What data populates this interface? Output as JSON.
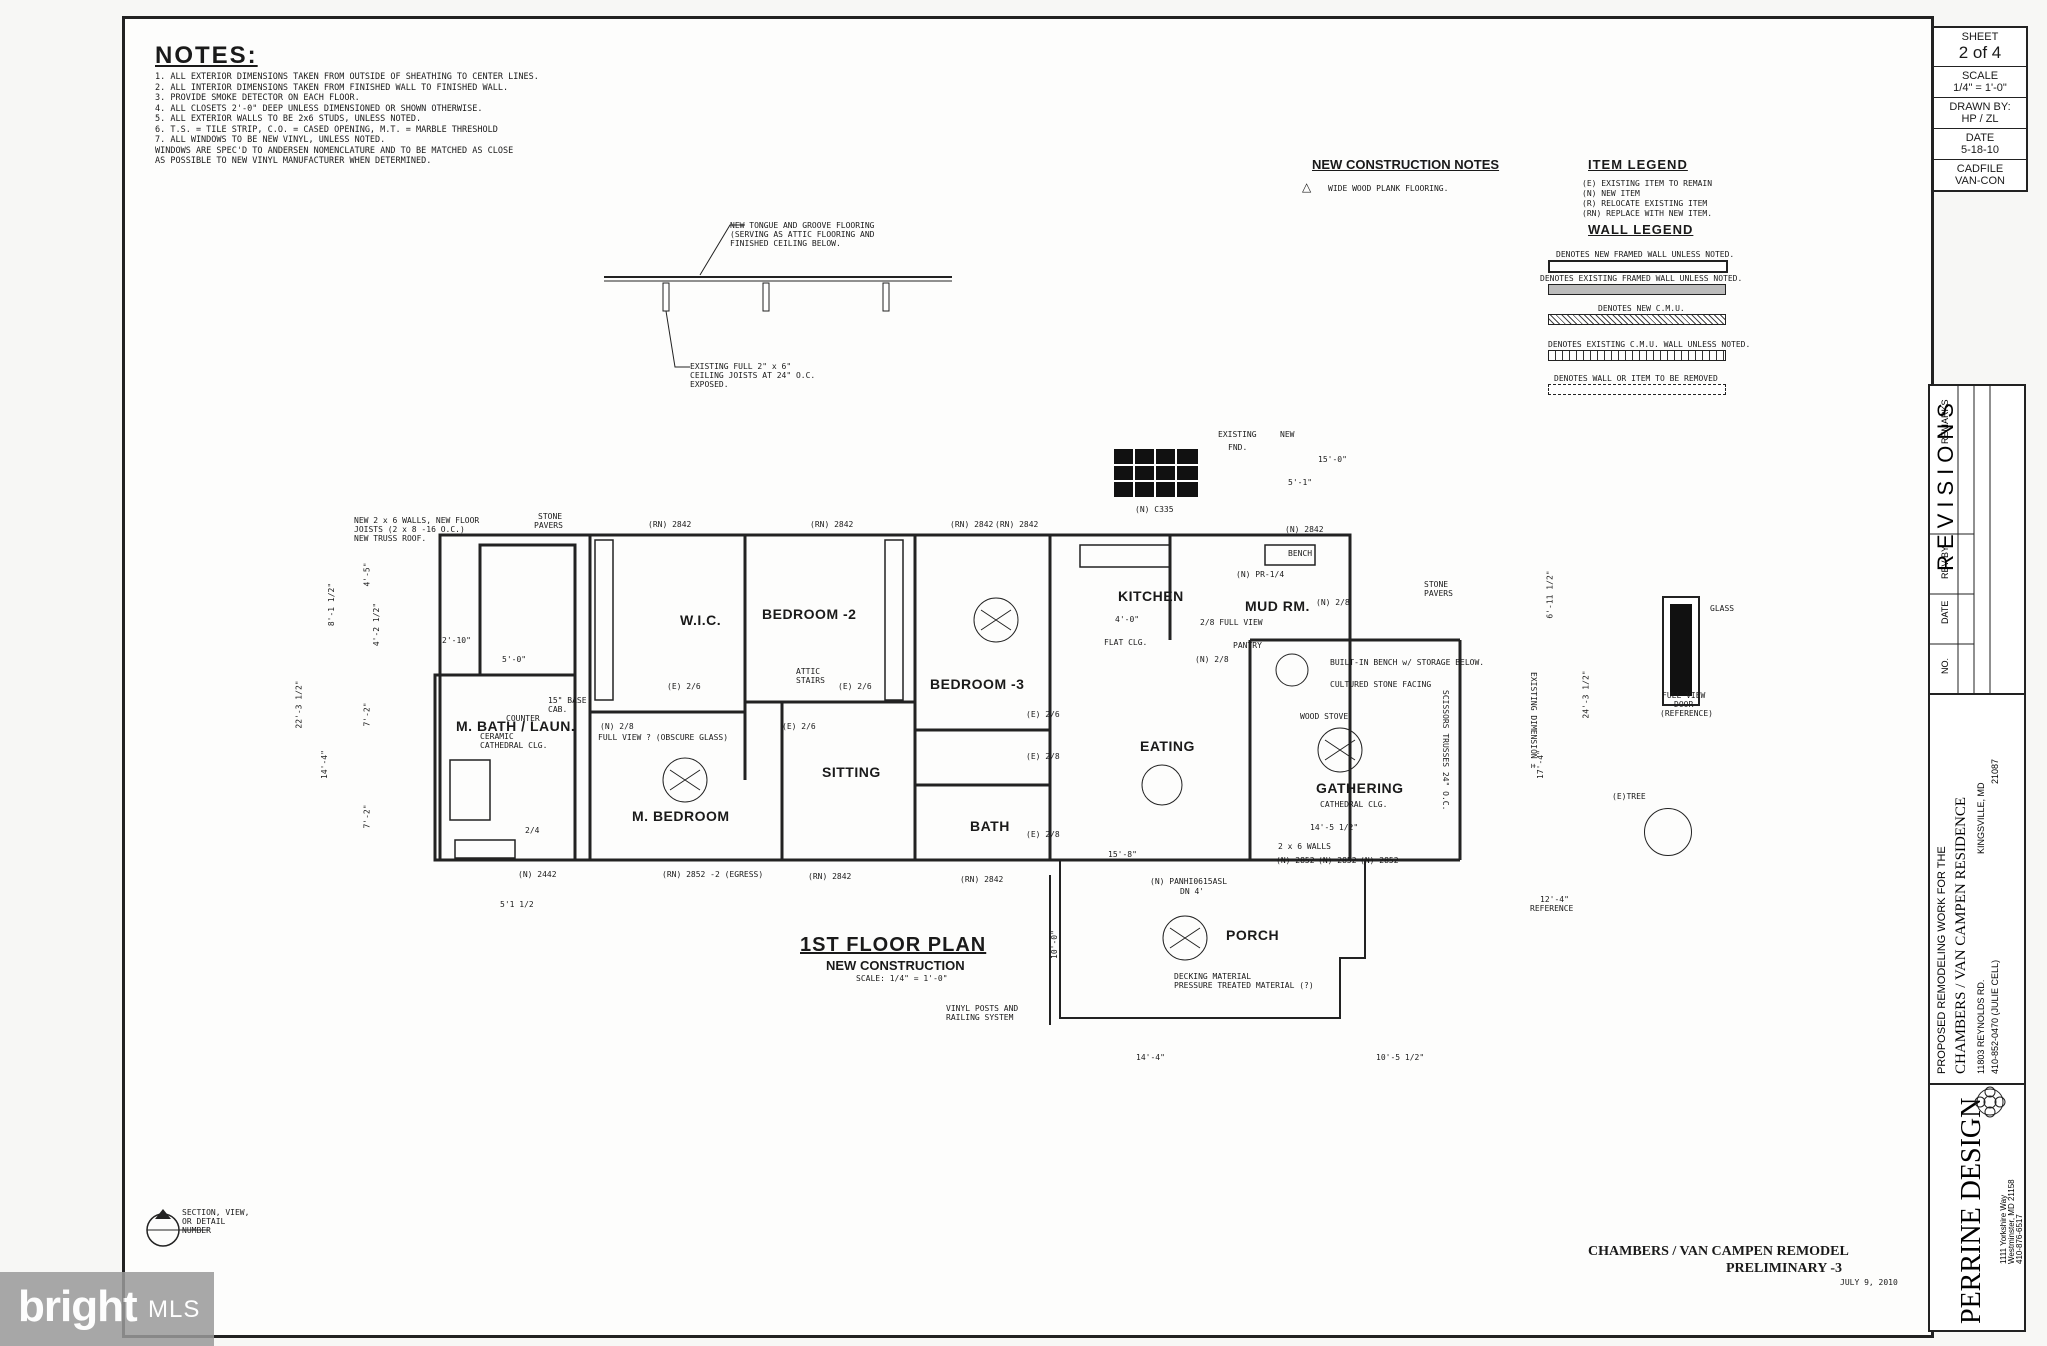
{
  "notes": {
    "title": "NOTES:",
    "items": [
      "1.  ALL EXTERIOR DIMENSIONS TAKEN FROM OUTSIDE OF SHEATHING TO CENTER LINES.",
      "2.  ALL INTERIOR DIMENSIONS TAKEN FROM FINISHED WALL TO FINISHED WALL.",
      "3.  PROVIDE SMOKE DETECTOR ON EACH FLOOR.",
      "4.  ALL CLOSETS 2'-0\" DEEP UNLESS DIMENSIONED OR SHOWN OTHERWISE.",
      "5.  ALL EXTERIOR WALLS TO BE 2x6 STUDS, UNLESS NOTED.",
      "6.  T.S. = TILE STRIP, C.O. = CASED OPENING, M.T. = MARBLE THRESHOLD",
      "7.  ALL WINDOWS TO BE NEW VINYL, UNLESS NOTED.",
      "    WINDOWS ARE SPEC'D TO ANDERSEN NOMENCLATURE AND TO BE MATCHED AS CLOSE",
      "    AS POSSIBLE TO NEW VINYL MANUFACTURER WHEN DETERMINED."
    ]
  },
  "construction_notes": {
    "title": "NEW CONSTRUCTION NOTES",
    "item": "WIDE WOOD PLANK FLOORING."
  },
  "item_legend": {
    "title": "ITEM LEGEND",
    "items": [
      "(E)    EXISTING ITEM TO REMAIN",
      "(N)    NEW ITEM",
      "(R)    RELOCATE EXISTING ITEM",
      "(RN)  REPLACE WITH NEW ITEM."
    ]
  },
  "wall_legend": {
    "title": "WALL LEGEND",
    "items": [
      "DENOTES NEW FRAMED WALL UNLESS NOTED.",
      "DENOTES EXISTING FRAMED WALL UNLESS NOTED.",
      "DENOTES NEW C.M.U.",
      "DENOTES EXISTING C.M.U. WALL UNLESS NOTED.",
      "DENOTES WALL OR ITEM TO BE REMOVED"
    ]
  },
  "title_block": {
    "sheet_label": "SHEET",
    "sheet_value": "2 of 4",
    "scale_label": "SCALE",
    "scale_value": "1/4\" = 1'-0\"",
    "drawn_label": "DRAWN BY:",
    "drawn_value": "HP / ZL",
    "date_label": "DATE",
    "date_value": "5-18-10",
    "cad_label": "CADFILE",
    "cad_value": "VAN-CON",
    "revisions": "REVISIONS",
    "rev_cols": [
      "NO.",
      "DATE",
      "REV BY",
      "REMARKS"
    ],
    "project_line1": "PROPOSED REMODELING WORK FOR THE",
    "project_line2": "CHAMBERS / VAN CAMPEN RESIDENCE",
    "address1": "11803 REYNOLDS RD.",
    "address2": "410-852-0470 (JULIE CELL)",
    "city": "KINGSVILLE, MD",
    "zip": "21087",
    "firm_name": "PERRINE DESIGN",
    "firm_address": "1111 Yorkshire Way",
    "firm_city": "Westminster, MD 21158",
    "firm_phone": "410-876-6517"
  },
  "rooms": {
    "wic": "W.I.C.",
    "bedroom2": "BEDROOM -2",
    "bedroom3": "BEDROOM -3",
    "kitchen": "KITCHEN",
    "mud": "MUD RM.",
    "mbath": "M. BATH / LAUN.",
    "mbedroom": "M. BEDROOM",
    "sitting": "SITTING",
    "bath": "BATH",
    "eating": "EATING",
    "gathering": "GATHERING",
    "porch": "PORCH"
  },
  "labels": {
    "new_2x6": "NEW 2 x 6 WALLS, NEW FLOOR",
    "joists": "JOISTS (2 x 8 -16 O.C.)",
    "truss": "NEW TRUSS ROOF.",
    "stone_pavers": "STONE",
    "stone_pavers2": "PAVERS",
    "tongue1": "NEW TONGUE AND GROOVE FLOORING",
    "tongue2": "(SERVING AS ATTIC FLOORING AND",
    "tongue3": "FINISHED CEILING BELOW.",
    "joist1": "EXISTING FULL 2\" x 6\"",
    "joist2": "CEILING JOISTS AT 24\" O.C.",
    "joist3": "EXPOSED.",
    "existing": "EXISTING",
    "new": "NEW",
    "fnd": "FND.",
    "glass": "GLASS",
    "door1": "FULL VIEW",
    "door2": "DOOR",
    "door3": "(REFERENCE)",
    "tree": "(E)TREE",
    "ceramic": "CERAMIC",
    "cathedral": "CATHEDRAL CLG.",
    "base_cab": "15\" BASE",
    "cab": "CAB.",
    "counter": "COUNTER",
    "attic": "ATTIC",
    "stairs": "STAIRS",
    "bench": "BENCH",
    "pantry": "PANTRY",
    "wood_stove": "WOOD STOVE",
    "cultured": "CULTURED STONE FACING",
    "builtin": "BUILT-IN BENCH w/ STORAGE BELOW.",
    "walls26": "2 x 6 WALLS",
    "decking1": "DECKING MATERIAL",
    "decking2": "PRESSURE TREATED MATERIAL (?)",
    "vinyl1": "VINYL POSTS AND",
    "vinyl2": "RAILING SYSTEM",
    "section1": "SECTION, VIEW,",
    "section2": "OR DETAIL",
    "section3": "NUMBER",
    "flat": "FLAT CLG.",
    "full_view": "FULL VIEW ? (OBSCURE GLASS)",
    "reference": "REFERENCE",
    "existing_dim": "EXISTING DIMENSION ±",
    "scissor": "SCISSORS TRUSSES 24\" O.C."
  },
  "windows": [
    "(RN) 2842",
    "(RN) 2842",
    "(RN) 2842",
    "(RN) 2842",
    "(N) C335",
    "(N) 2842",
    "(N) 2442",
    "(RN) 2852 -2 (EGRESS)",
    "(RN) 2842",
    "(RN) 2842",
    "(N) 2852",
    "(N) 2852",
    "(N) 2852",
    "(N) PANHI0615ASL",
    "DN 4'"
  ],
  "dims": [
    "4'-5\"",
    "8'-1 1/2\"",
    "4'-2 1/2\"",
    "7'-2\"",
    "14'-4\"",
    "7'-2\"",
    "22'-3 1/2\"",
    "24'-3 1/2\"",
    "17'-4\"",
    "6'-11 1/2\"",
    "15'-0\"",
    "5'-1\"",
    "14'-5 1/2\"",
    "12'-4\"",
    "14'-4\"",
    "10'-5 1/2\"",
    "5'1 1/2",
    "15'-8\"",
    "10'-0\"",
    "2'-10\"",
    "5'-0\"",
    "4'-0\""
  ],
  "doors": [
    "(E) 2/6",
    "(E) 2/6",
    "(E) 2/6",
    "(E) 2/6",
    "(N) 2/8",
    "(E) 2/8",
    "(E) 2/8",
    "2/4",
    "(N) 2/8",
    "(N) 2/8",
    "2/8 FULL VIEW",
    "(N) PR-1/4"
  ],
  "plan_title": {
    "title": "1ST FLOOR PLAN",
    "subtitle": "NEW CONSTRUCTION",
    "scale": "SCALE: 1/4\" = 1'-0\""
  },
  "project_stamp": {
    "line1": "CHAMBERS / VAN CAMPEN REMODEL",
    "line2": "PRELIMINARY -3",
    "date": "JULY 9, 2010"
  },
  "watermark": {
    "brand": "bright",
    "suffix": "MLS"
  }
}
